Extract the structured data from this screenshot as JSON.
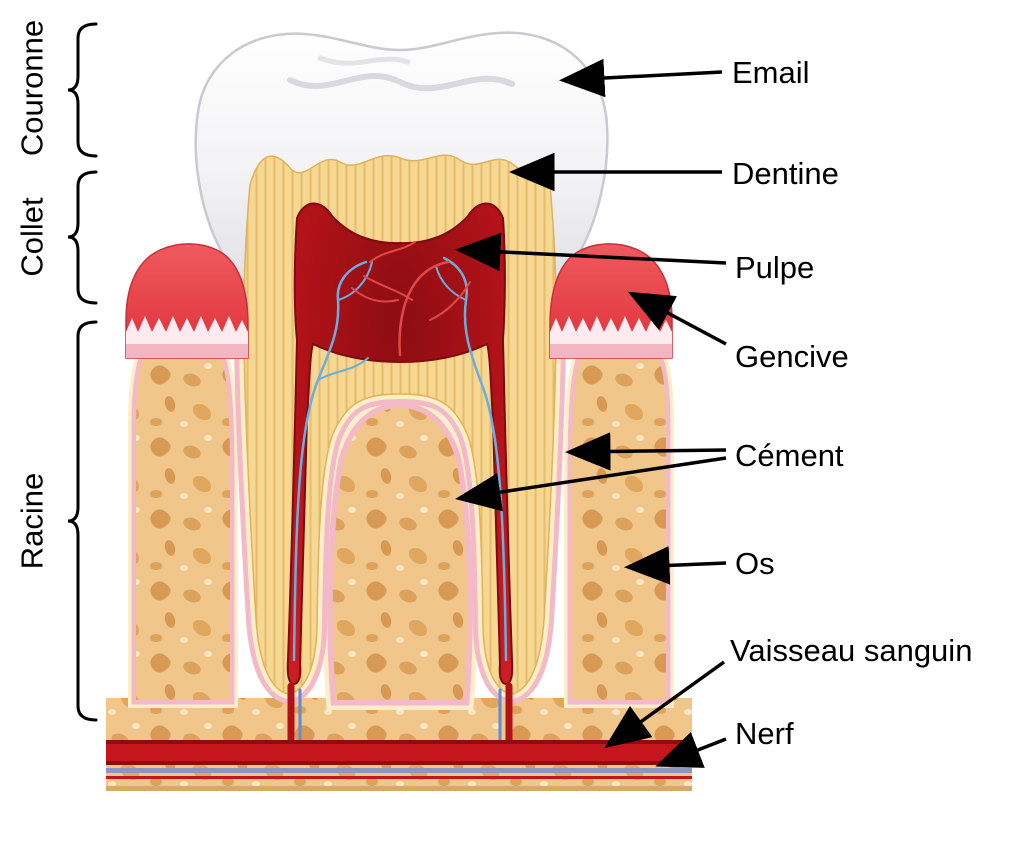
{
  "figure": {
    "background": "#ffffff",
    "regions": [
      {
        "id": "couronne",
        "label": "Couronne"
      },
      {
        "id": "collet",
        "label": "Collet"
      },
      {
        "id": "racine",
        "label": "Racine"
      }
    ],
    "parts": [
      {
        "id": "email",
        "label": "Email"
      },
      {
        "id": "dentine",
        "label": "Dentine"
      },
      {
        "id": "pulpe",
        "label": "Pulpe"
      },
      {
        "id": "gencive",
        "label": "Gencive"
      },
      {
        "id": "cement",
        "label": "Cément"
      },
      {
        "id": "os",
        "label": "Os"
      },
      {
        "id": "vaisseau",
        "label": "Vaisseau sanguin"
      },
      {
        "id": "nerf",
        "label": "Nerf"
      }
    ],
    "colors": {
      "enamel": "#f2f2f5",
      "dentine": "#f5d894",
      "pulp": "#a50f16",
      "gum": "#e8484f",
      "bone": "#f1c68b",
      "trabecula": "#d89a52",
      "cement": "#fdeec9",
      "ligament": "#f3b9c6",
      "vessel": "#c4161c",
      "nerve": "#8d95c0",
      "arrow": "#000000"
    }
  }
}
